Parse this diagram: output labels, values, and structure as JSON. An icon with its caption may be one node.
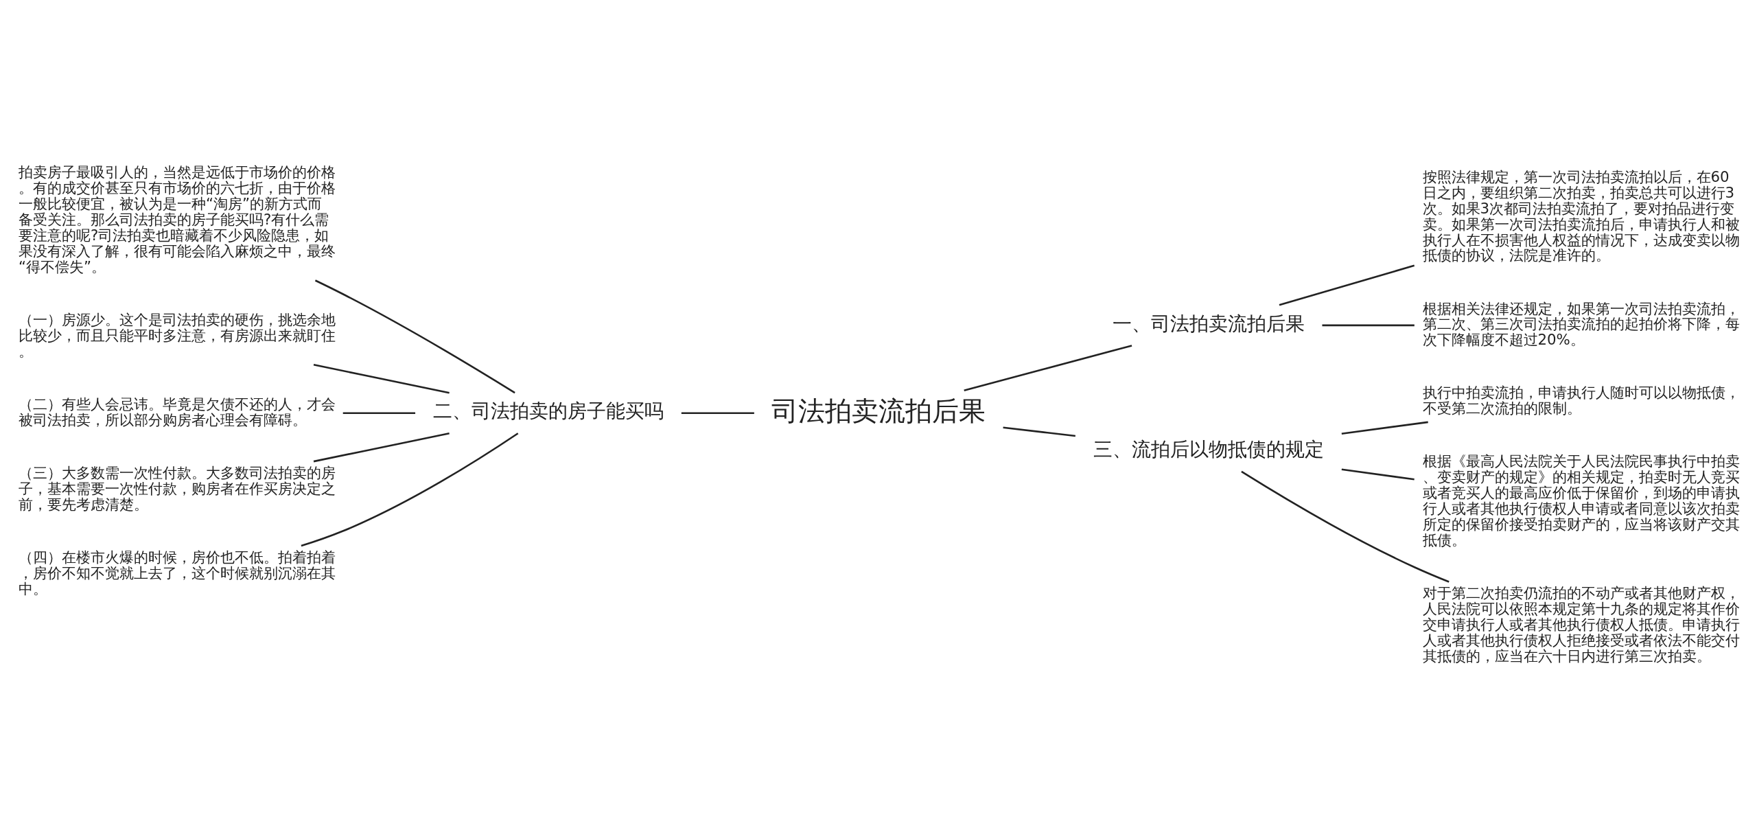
{
  "diagram": {
    "nodes": [
      {
        "text": [
          "司法拍卖流拍后果"
        ]
      },
      {
        "text": [
          "一、司法拍卖流拍后果"
        ]
      },
      {
        "text": [
          "按照法律规定，第一次司法拍卖流拍以后，在60日之内，要组织第二次拍卖，拍卖总共可以进行3次。如果3次都司法拍卖流拍了，要对拍品进行变卖。如果第一次司法拍卖流拍后，申请执行人和被执行人在不损害他人权益的情况下，达成变卖以物抵债的协议，法院是准许的。"
        ]
      },
      {
        "text": [
          "根据相关法律还规定，如果第一次司法拍卖流拍，第二次、第三次司法拍卖流拍的起拍价将下降，每次下降幅度不超过20%。"
        ]
      },
      {
        "text": [
          "二、司法拍卖的房子能买吗"
        ]
      },
      {
        "text": [
          "拍卖房子最吸引人的，当然是远低于市场价的价格。有的成交价甚至只有市场价的六七折，由于价格一般比较便宜，被认为是一种“淘房”的新方式而备受关注。那么司法拍卖的房子能买吗?有什么需要注意的呢?司法拍卖也暗藏着不少风险隐患，如果没有深入了解，很有可能会陷入麻烦之中，最终“得不偿失”。"
        ]
      },
      {
        "text": [
          "（一）房源少。这个是司法拍卖的硬伤，挑选余地比较少，而且只能平时多注意，有房源出来就盯住。"
        ]
      },
      {
        "text": [
          "（二）有些人会忌讳。毕竟是欠债不还的人，才会被司法拍卖，所以部分购房者心理会有障碍。"
        ]
      },
      {
        "text": [
          "（三）大多数需一次性付款。大多数司法拍卖的房子，基本需要一次性付款，购房者在作买房决定之前，要先考虑清楚。"
        ]
      },
      {
        "text": [
          "（四）在楼市火爆的时候，房价也不低。拍着拍着，房价不知不觉就上去了，这个时候就别沉溺在其中。"
        ]
      },
      {
        "text": [
          "三、流拍后以物抵债的规定"
        ]
      },
      {
        "text": [
          "执行中拍卖流拍，申请执行人随时可以以物抵债，不受第二次流拍的限制。"
        ]
      },
      {
        "text": [
          "根据《最高人民法院关于人民法院民事执行中拍卖、变卖财产的规定》的相关规定，拍卖时无人竞买或者竞买人的最高应价低于保留价，到场的申请执行人或者其他执行债权人申请或者同意以该次拍卖所定的保留价接受拍卖财产的，应当将该财产交其抵债。"
        ]
      },
      {
        "text": [
          "对于第二次拍卖仍流拍的不动产或者其他财产权，人民法院可以依照本规定第十九条的规定将其作价交申请执行人或者其他执行债权人抵债。申请执行人或者其他执行债权人拒绝接受或者依法不能交付其抵债的，应当在六十日内进行第三次拍卖。"
        ]
      }
    ],
    "edges": [
      {
        "from": 0,
        "to": 1,
        "arrow": "none"
      },
      {
        "from": 1,
        "to": 2,
        "arrow": "none"
      },
      {
        "from": 1,
        "to": 3,
        "arrow": "none"
      },
      {
        "from": 0,
        "to": 4,
        "arrow": "none"
      },
      {
        "from": 4,
        "to": 5,
        "arrow": "none"
      },
      {
        "from": 4,
        "to": 6,
        "arrow": "none"
      },
      {
        "from": 4,
        "to": 7,
        "arrow": "none"
      },
      {
        "from": 4,
        "to": 8,
        "arrow": "none"
      },
      {
        "from": 4,
        "to": 9,
        "arrow": "none"
      },
      {
        "from": 0,
        "to": 10,
        "arrow": "none"
      },
      {
        "from": 10,
        "to": 11,
        "arrow": "none"
      },
      {
        "from": 10,
        "to": 12,
        "arrow": "none"
      },
      {
        "from": 10,
        "to": 13,
        "arrow": "none"
      }
    ]
  }
}
